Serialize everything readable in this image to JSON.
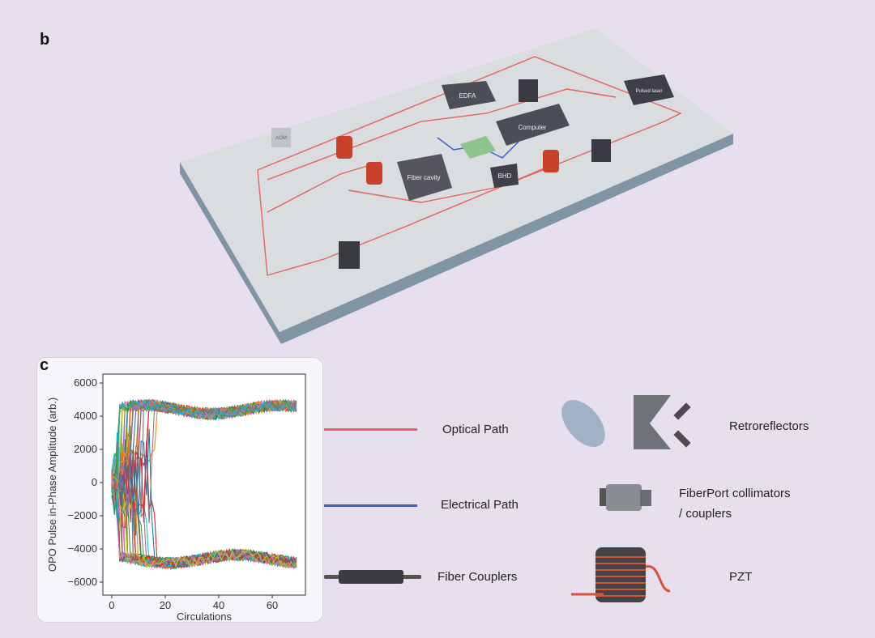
{
  "panel_b": {
    "letter": "b",
    "components": {
      "edfa": "EDFA",
      "computer": "Computer",
      "fiber_cavity": "Fiber cavity",
      "bhd": "BHD",
      "pulsed_laser": "Pulsed laser",
      "aom": "AOM"
    }
  },
  "panel_c": {
    "letter": "c"
  },
  "legend": {
    "optical": "Optical Path",
    "electrical": "Electrical Path",
    "couplers": "Fiber Couplers",
    "retro": "Retroreflectors",
    "fiberport_1": "FiberPort collimators",
    "fiberport_2": "/ couplers",
    "pzt": "PZT"
  },
  "colors": {
    "optical": "#e8605f",
    "electrical": "#3b5fc8",
    "board": "#d9dddf",
    "board_edge": "#7f95a3"
  },
  "chart_data": {
    "type": "line",
    "xlabel": "Circulations",
    "ylabel": "OPO Pulse in-Phase Amplitude (arb.)",
    "xlim": [
      -3.3,
      72.4
    ],
    "ylim": [
      -6780,
      6540
    ],
    "xticks": [
      "0",
      "20",
      "40",
      "60"
    ],
    "xtick_values": [
      0,
      20,
      40,
      60
    ],
    "yticks": [
      "6000",
      "4000",
      "2000",
      "0",
      "−2000",
      "−4000",
      "−6000"
    ],
    "ytick_values": [
      6000,
      4000,
      2000,
      0,
      -2000,
      -4000,
      -6000
    ],
    "n_series": 80,
    "x_range": [
      0,
      69
    ],
    "upper_level": 4400,
    "lower_level": -4600,
    "switch_range": [
      2,
      18
    ],
    "noise": 350
  }
}
